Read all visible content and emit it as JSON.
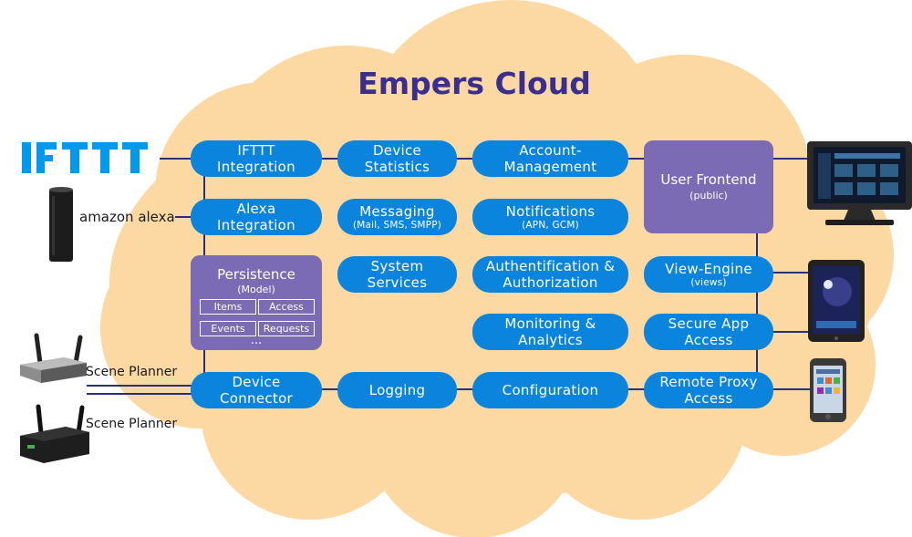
{
  "title": "Empers Cloud",
  "services": {
    "ifttt": {
      "line1": "IFTTT",
      "line2": "Integration"
    },
    "alexa": {
      "line1": "Alexa",
      "line2": "Integration"
    },
    "device_stats": {
      "line1": "Device",
      "line2": "Statistics"
    },
    "messaging": {
      "line1": "Messaging",
      "sub": "(Mail, SMS, SMPP)"
    },
    "system": {
      "line1": "System",
      "line2": "Services"
    },
    "account": {
      "line1": "Account-",
      "line2": "Management"
    },
    "notifications": {
      "line1": "Notifications",
      "sub": "(APN, GCM)"
    },
    "auth": {
      "line1": "Authentification &",
      "line2": "Authorization"
    },
    "monitoring": {
      "line1": "Monitoring &",
      "line2": "Analytics"
    },
    "view_engine": {
      "line1": "View-Engine",
      "sub": "(views)"
    },
    "secure_app": {
      "line1": "Secure App",
      "line2": "Access"
    },
    "device_connector": {
      "line1": "Device",
      "line2": "Connector"
    },
    "logging": {
      "line1": "Logging"
    },
    "configuration": {
      "line1": "Configuration"
    },
    "remote_proxy": {
      "line1": "Remote Proxy",
      "line2": "Access"
    }
  },
  "persistence": {
    "title": "Persistence",
    "sub": "(Model)",
    "items": [
      "Items",
      "Access",
      "Events",
      "Requests"
    ],
    "more": "..."
  },
  "user_frontend": {
    "title": "User Frontend",
    "sub": "(public)"
  },
  "external": {
    "ifttt_logo": "IFTTT",
    "alexa_label": "amazon alexa",
    "scene_planner_1": "Scene Planner",
    "scene_planner_2": "Scene Planner"
  },
  "colors": {
    "cloud": "#fcd9a3",
    "pill": "#0a84dc",
    "purple": "#7b6ab4",
    "line": "#2a2f7a",
    "title": "#3a2f8c"
  },
  "icons": [
    "ifttt-logo",
    "echo-device-icon",
    "router-icon",
    "monitor-icon",
    "tablet-icon",
    "phone-icon"
  ]
}
